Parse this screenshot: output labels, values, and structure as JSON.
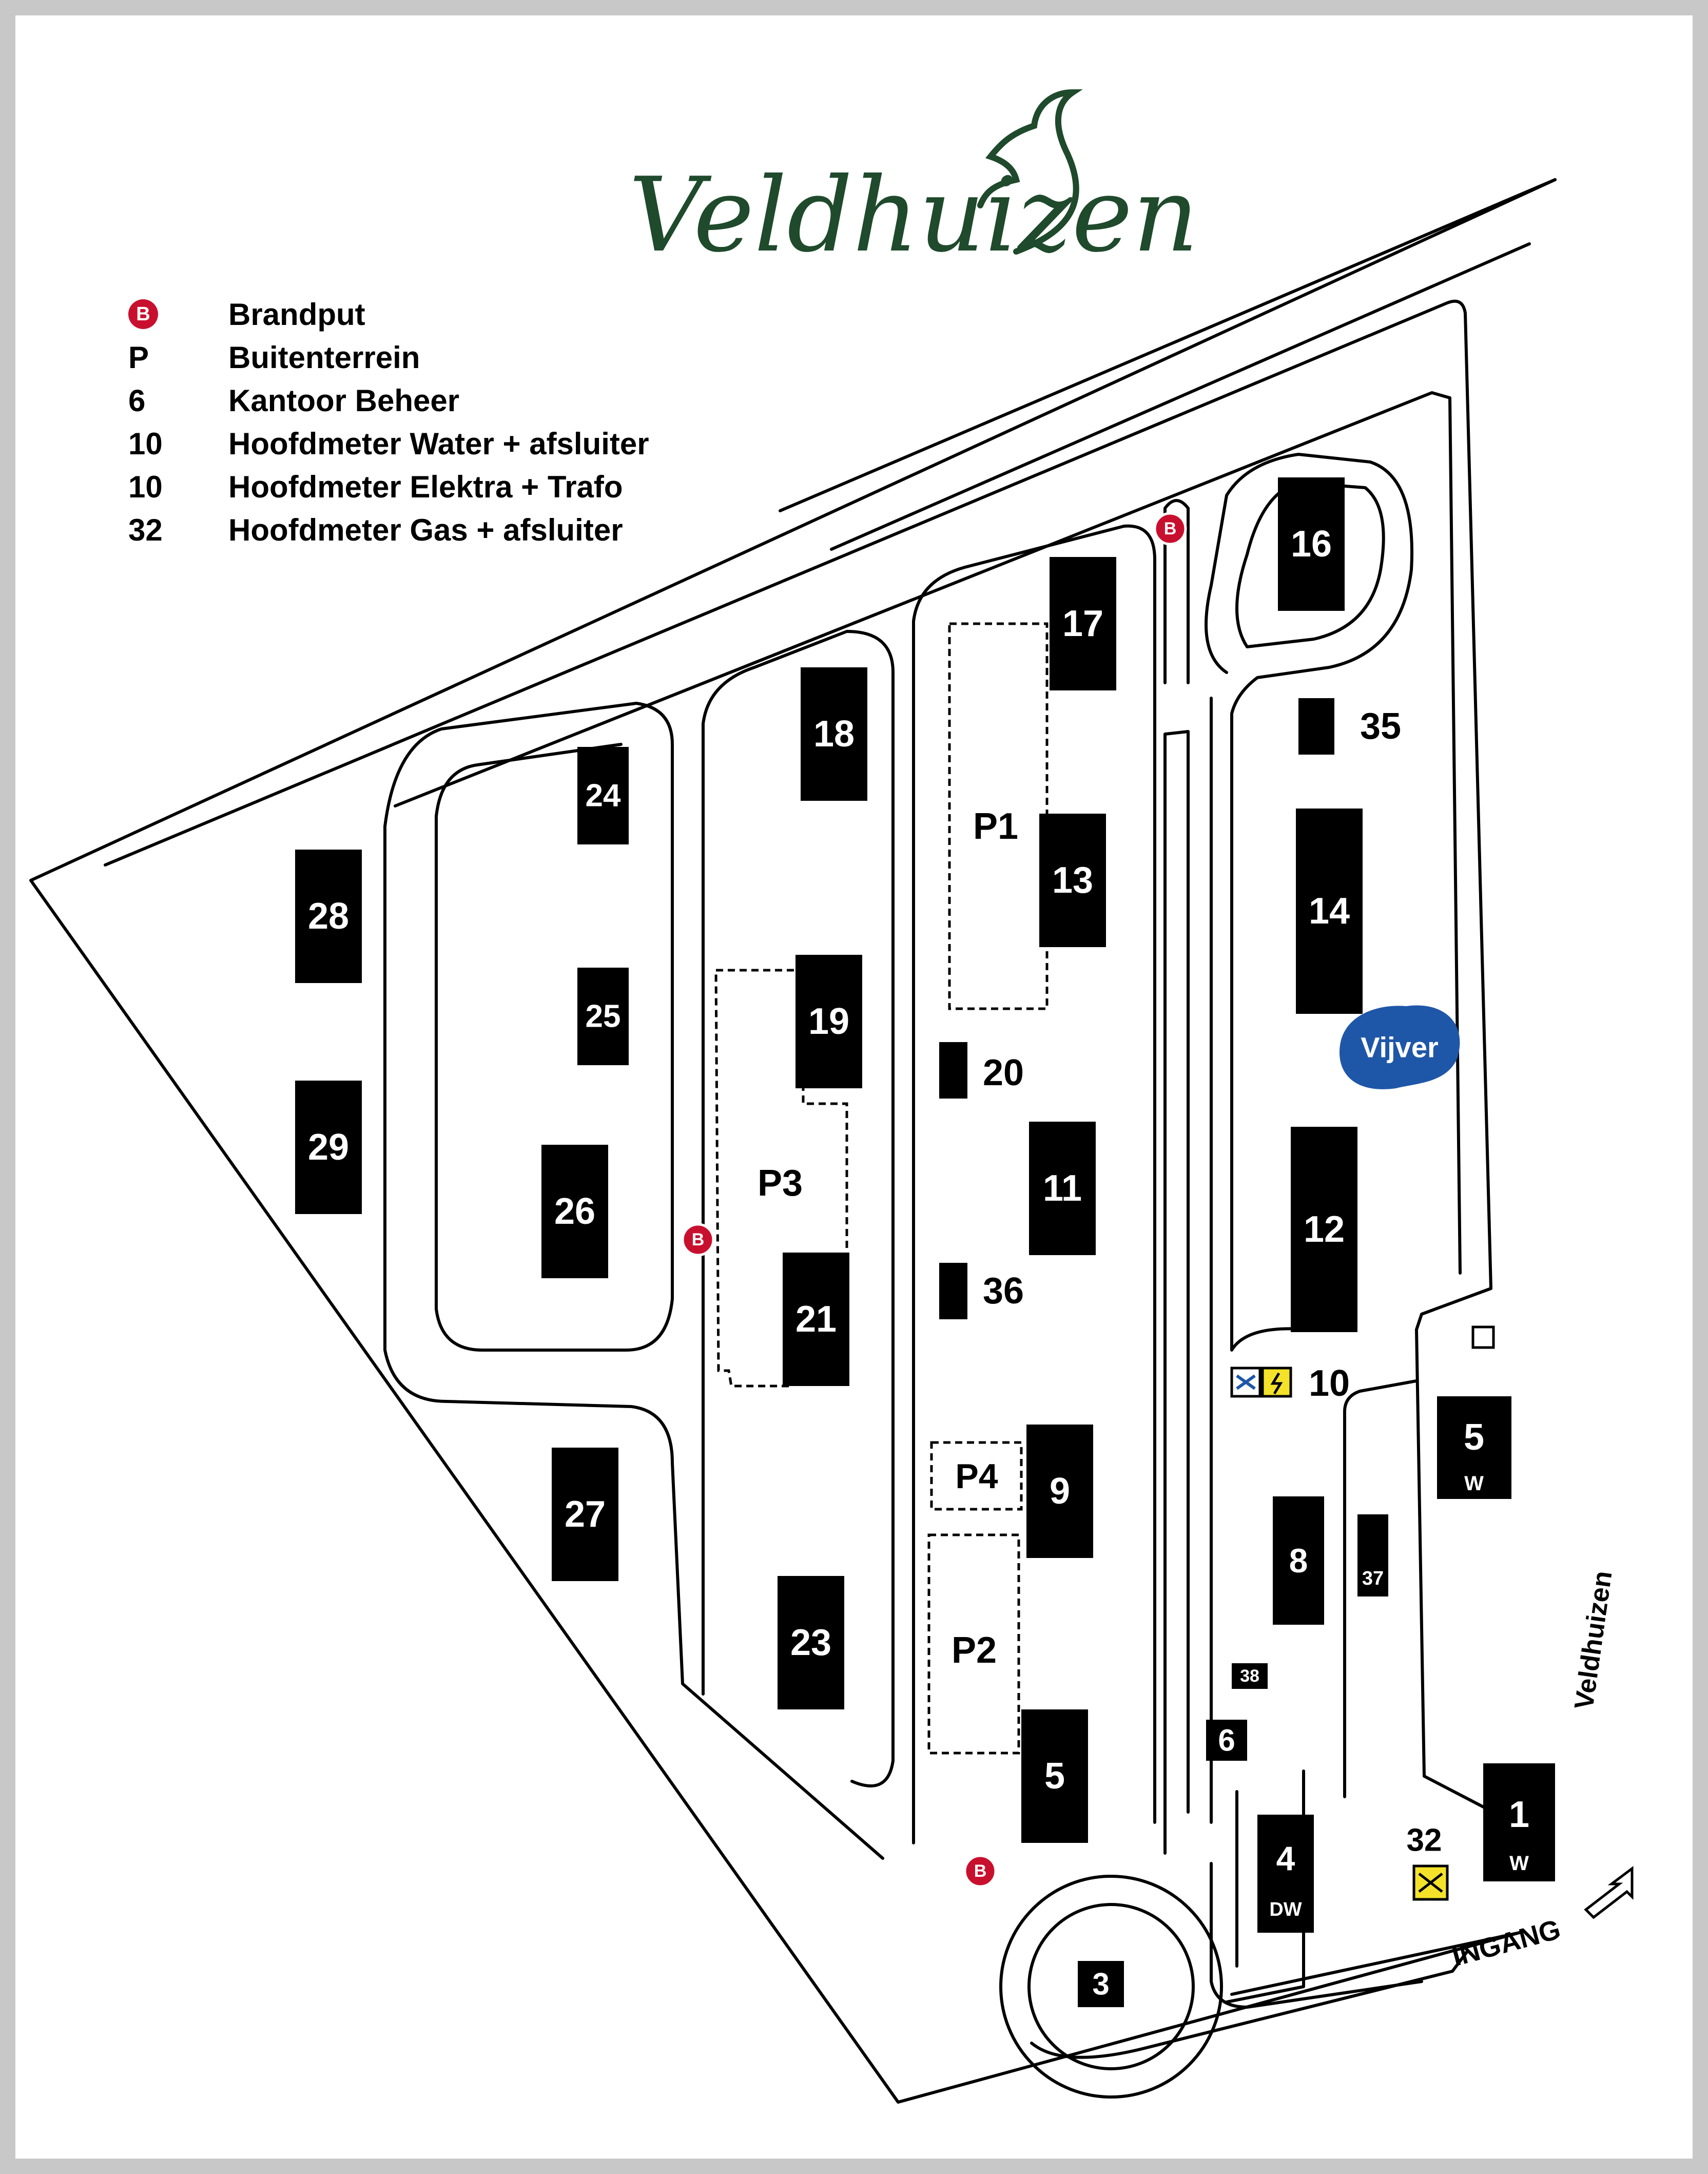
{
  "logo": {
    "text": "Veldhuizen",
    "color": "#1f4a2c"
  },
  "legend": [
    {
      "key": "B",
      "icon": "brandput-icon",
      "label": "Brandput"
    },
    {
      "key": "P",
      "label": "Buitenterrein"
    },
    {
      "key": "6",
      "label": "Kantoor Beheer"
    },
    {
      "key": "10",
      "label": "Hoofdmeter Water + afsluiter"
    },
    {
      "key": "10",
      "label": "Hoofdmeter Elektra + Trafo"
    },
    {
      "key": "32",
      "label": "Hoofdmeter Gas + afsluiter"
    }
  ],
  "buildings": {
    "b1": "1",
    "b3": "3",
    "b4": "4",
    "b5a": "5",
    "b5b": "5",
    "b6": "6",
    "b8": "8",
    "b9": "9",
    "b11": "11",
    "b12": "12",
    "b13": "13",
    "b14": "14",
    "b16": "16",
    "b17": "17",
    "b18": "18",
    "b19": "19",
    "b21": "21",
    "b23": "23",
    "b24": "24",
    "b25": "25",
    "b26": "26",
    "b27": "27",
    "b28": "28",
    "b29": "29",
    "b37": "37",
    "b38": "38"
  },
  "sub_labels": {
    "w1": "W",
    "w5": "W",
    "dw4": "DW"
  },
  "outside_labels": {
    "n20": "20",
    "n35": "35",
    "n36": "36",
    "n10": "10",
    "n32": "32"
  },
  "parking": {
    "p1": "P1",
    "p2": "P2",
    "p3": "P3",
    "p4": "P4"
  },
  "features": {
    "pond": "Vijver",
    "entrance": "INGANG",
    "street": "Veldhuizen",
    "brandput": "B"
  },
  "colors": {
    "brandput": "#c8102e",
    "pond": "#1f57a8"
  }
}
